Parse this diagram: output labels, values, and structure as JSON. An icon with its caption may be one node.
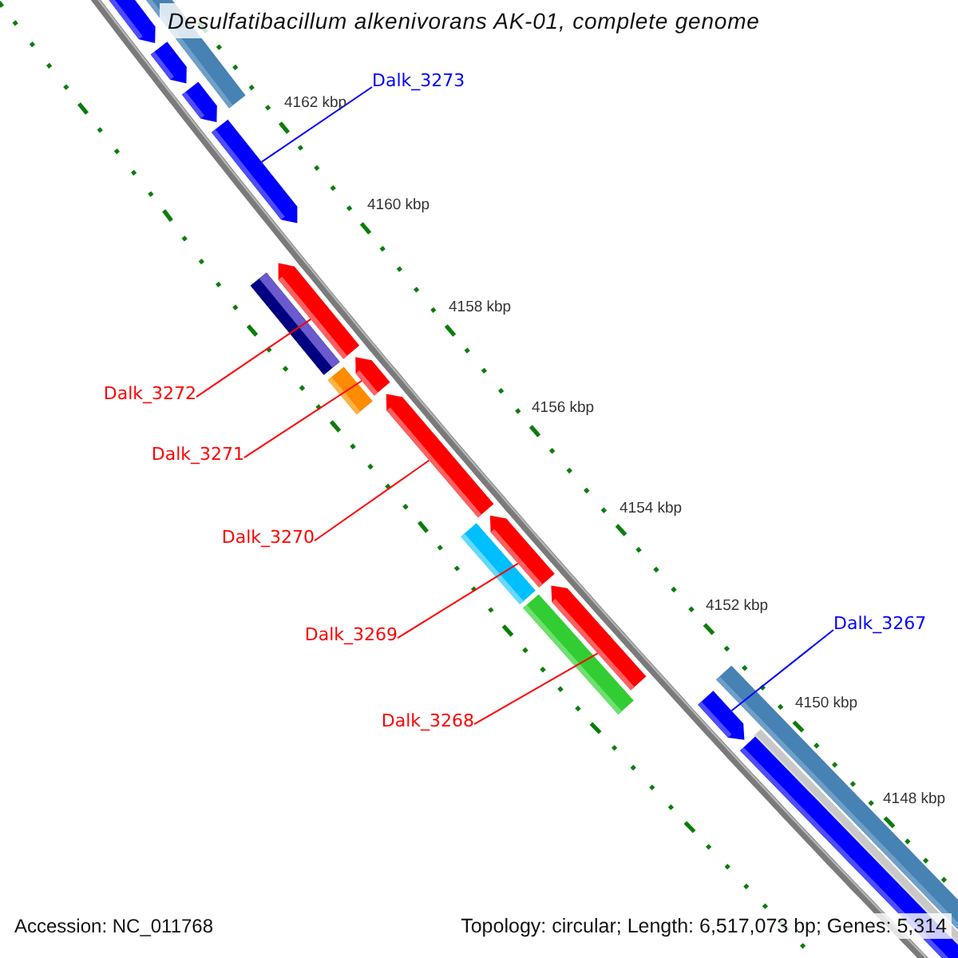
{
  "diagram": {
    "title": "Desulfatibacillum alkenivorans AK-01, complete genome",
    "nodes": [
      {
        "text": [
          "Dalk_3273"
        ]
      },
      {
        "text": [
          "Dalk_3272"
        ]
      },
      {
        "text": [
          "Dalk_3271"
        ]
      },
      {
        "text": [
          "Dalk_3270"
        ]
      },
      {
        "text": [
          "Dalk_3267"
        ]
      },
      {
        "text": [
          "Dalk_3269"
        ]
      },
      {
        "text": [
          "Dalk_3268"
        ]
      },
      {
        "text": [],
        "shape": "bar"
      },
      {
        "text": [],
        "shape": "bar"
      },
      {
        "text": [],
        "shape": "bar"
      },
      {
        "text": [],
        "shape": "bar"
      },
      {
        "text": [],
        "shape": "bar"
      },
      {
        "text": [],
        "shape": "bar"
      },
      {
        "text": [],
        "shape": "bar"
      }
    ],
    "edges": [
      {
        "from": 0,
        "to": 7,
        "arrow": "none",
        "color": "#0000ff"
      },
      {
        "from": 1,
        "to": 8,
        "arrow": "none"
      },
      {
        "from": 2,
        "to": 9,
        "arrow": "none"
      },
      {
        "from": 3,
        "to": 10,
        "arrow": "none"
      },
      {
        "from": 4,
        "to": 13,
        "arrow": "none",
        "color": "#0000ff"
      },
      {
        "from": 5,
        "to": 11,
        "arrow": "none"
      },
      {
        "from": 6,
        "to": 12,
        "arrow": "none"
      }
    ],
    "labels": [
      "4162 kbp",
      "4160 kbp",
      "4158 kbp",
      "4156 kbp",
      "4154 kbp",
      "4152 kbp",
      "4150 kbp",
      "4148 kbp",
      "Accession: NC_011768",
      "Topology: circular; Length: 6,517,073 bp; Genes: 5,314"
    ]
  }
}
